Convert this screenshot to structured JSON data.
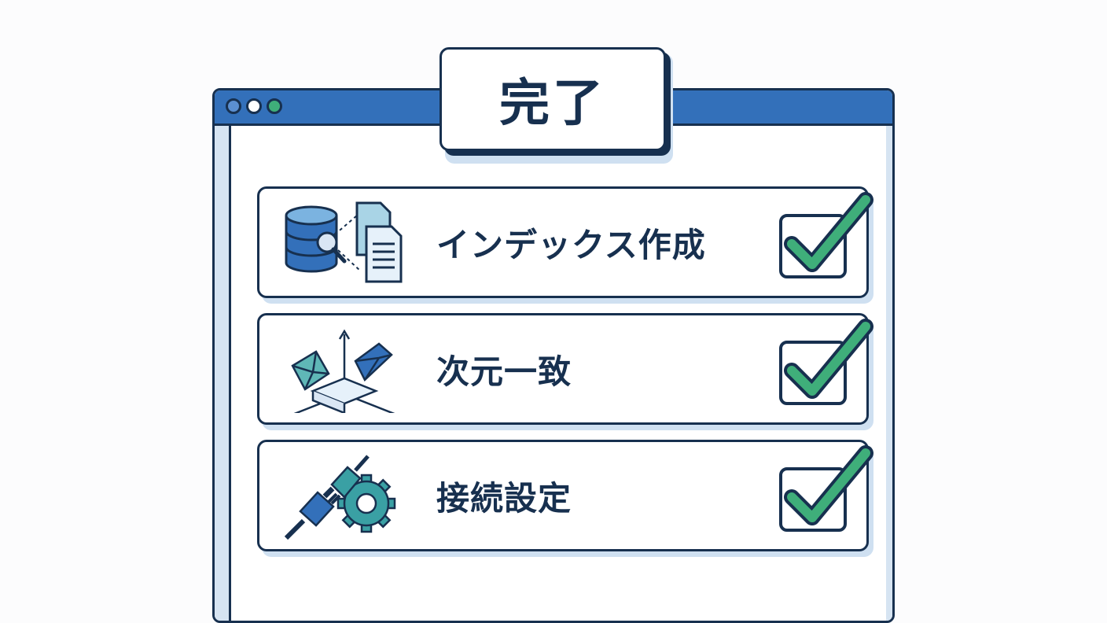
{
  "title_badge": {
    "text": "完了"
  },
  "window": {
    "dots": [
      "dot-red-icon",
      "dot-yellow-icon",
      "dot-green-icon"
    ],
    "colors": {
      "titlebar": "#3370ba",
      "border": "#17304f",
      "dot1": "#5b8fd0",
      "dot2": "#d9e6f4",
      "dot3": "#3fae7a"
    }
  },
  "tasks": [
    {
      "label": "インデックス作成",
      "icon": "database-documents-icon",
      "status": "checked"
    },
    {
      "label": "次元一致",
      "icon": "dimension-match-icon",
      "status": "checked"
    },
    {
      "label": "接続設定",
      "icon": "plug-gear-icon",
      "status": "checked"
    }
  ],
  "colors": {
    "check": "#3fae7a",
    "ink": "#17304f",
    "shadow": "#cfe0f1"
  }
}
